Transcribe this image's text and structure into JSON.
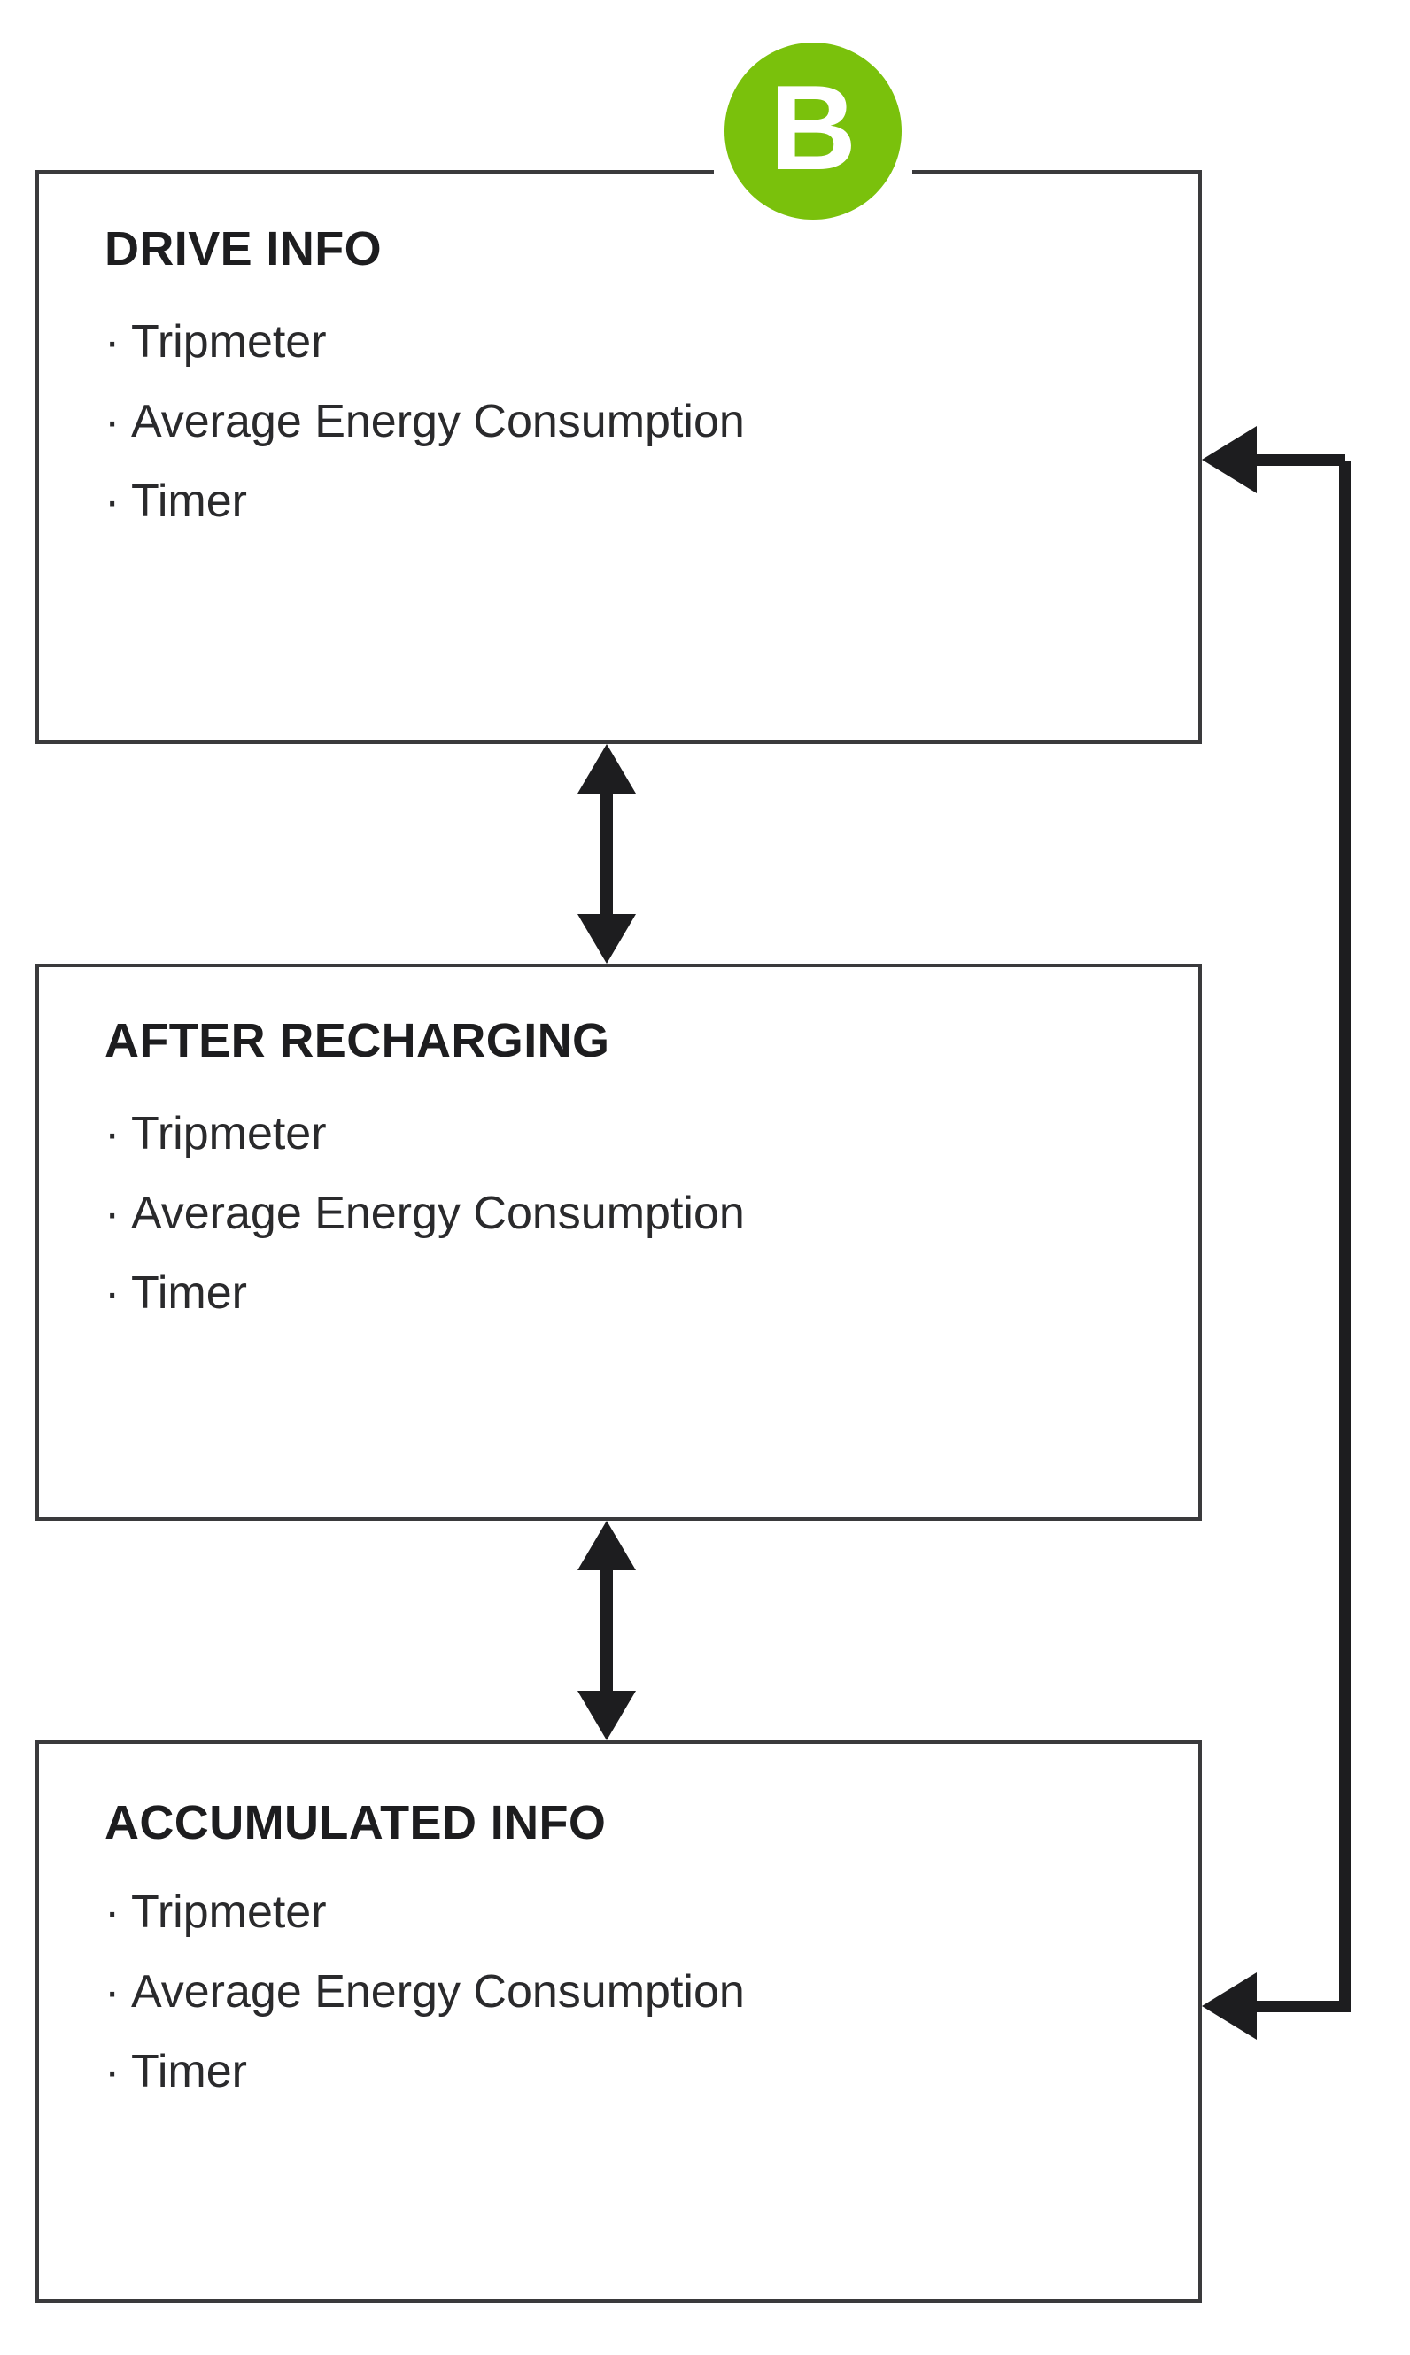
{
  "diagram": {
    "badge": {
      "letter": "B",
      "color": "#7AC10C",
      "text_color": "#ffffff"
    },
    "colors": {
      "box_border": "#3a3a3c",
      "arrow": "#1d1d1f",
      "text": "#1d1d1f",
      "background": "#ffffff",
      "accent_green": "#7AC10C"
    },
    "bullet_glyph": "·",
    "boxes": [
      {
        "id": "drive-info",
        "title": "DRIVE INFO",
        "items": [
          "Tripmeter",
          "Average Energy Consumption",
          "Timer"
        ]
      },
      {
        "id": "after-recharging",
        "title": "AFTER RECHARGING",
        "items": [
          "Tripmeter",
          "Average Energy Consumption",
          "Timer"
        ]
      },
      {
        "id": "accumulated-info",
        "title": "ACCUMULATED INFO",
        "items": [
          "Tripmeter",
          "Average Energy Consumption",
          "Timer"
        ]
      }
    ]
  }
}
